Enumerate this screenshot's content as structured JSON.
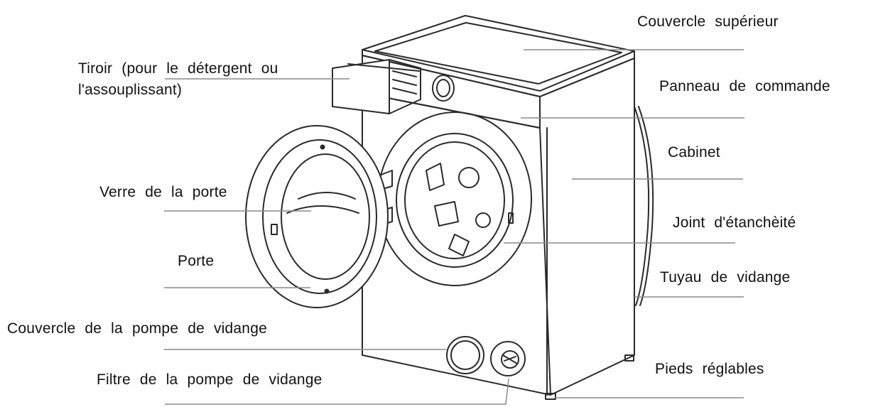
{
  "diagram": {
    "labels": {
      "top_cover": "Couvercle supérieur",
      "drawer_line1": "Tiroir (pour le détergent ou",
      "drawer_line2": "l'assouplissant)",
      "control_panel": "Panneau de commande",
      "cabinet": "Cabinet",
      "door_glass": "Verre de la porte",
      "seal": "Joint d'étanchèité",
      "door": "Porte",
      "drain_hose": "Tuyau de vidange",
      "pump_cover": "Couvercle de la pompe de vidange",
      "pump_filter": "Filtre de la pompe de vidange",
      "feet": "Pieds réglables"
    },
    "colors": {
      "lines": "#8a8a8a",
      "drawing": "#2a2a2a"
    }
  }
}
